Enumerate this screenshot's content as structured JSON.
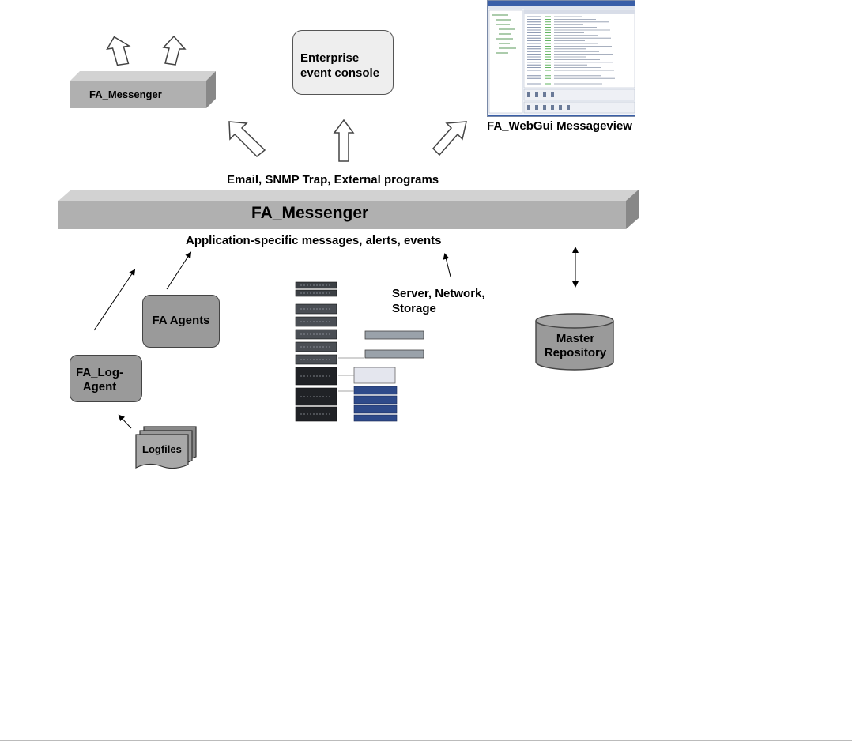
{
  "top_left": {
    "label": "FA_Messenger"
  },
  "console": {
    "line1": "Enterprise",
    "line2": "event console"
  },
  "webgui": {
    "label": "FA_WebGui Messageview"
  },
  "channels": {
    "label": "Email,  SNMP Trap, External programs"
  },
  "main_bar": {
    "label": "FA_Messenger"
  },
  "inputs": {
    "label": "Application-specific  messages, alerts, events"
  },
  "infra": {
    "line1": "Server, Network,",
    "line2": "Storage"
  },
  "agents": {
    "label": "FA Agents"
  },
  "log_agent": {
    "line1": "FA_Log-",
    "line2": "Agent"
  },
  "logfiles": {
    "label": "Logfiles"
  },
  "repository": {
    "line1": "Master",
    "line2": "Repository"
  },
  "colors": {
    "slab_front": "#b0b0b0",
    "slab_top": "#d2d2d2",
    "slab_side": "#888888",
    "box_fill": "#9a9a9a"
  }
}
